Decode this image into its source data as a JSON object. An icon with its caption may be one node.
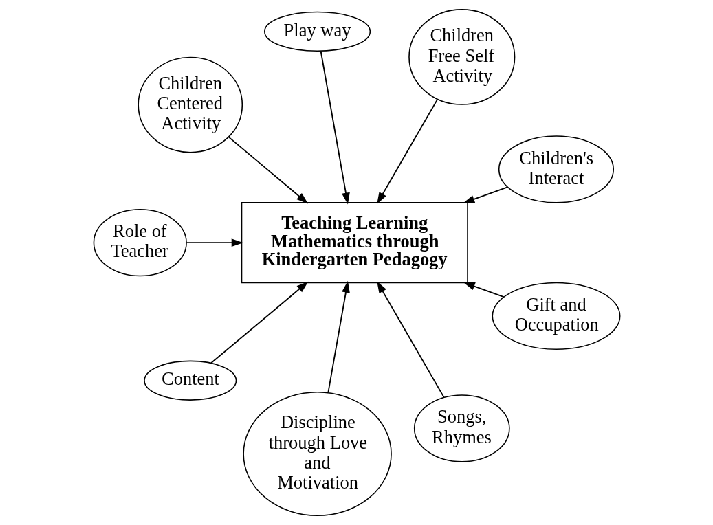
{
  "diagram": {
    "nodes": [
      {
        "text": [
          "Teaching Learning Mathematics through Kindergarten Pedagogy"
        ]
      },
      {
        "text": [
          "Children's Interact"
        ]
      },
      {
        "text": [
          "Children Free Self Activity"
        ]
      },
      {
        "text": [
          "Play way"
        ]
      },
      {
        "text": [
          "Children Centered Activity"
        ]
      },
      {
        "text": [
          "Role of Teacher"
        ]
      },
      {
        "text": [
          "Content"
        ]
      },
      {
        "text": [
          "Discipline through Love and Motivation"
        ]
      },
      {
        "text": [
          "Songs, Rhymes"
        ]
      },
      {
        "text": [
          "Gift and Occupation"
        ]
      }
    ],
    "edges": [
      {
        "from": 1,
        "to": 0,
        "arrow": "to"
      },
      {
        "from": 2,
        "to": 0,
        "arrow": "to"
      },
      {
        "from": 3,
        "to": 0,
        "arrow": "to"
      },
      {
        "from": 4,
        "to": 0,
        "arrow": "to"
      },
      {
        "from": 5,
        "to": 0,
        "arrow": "to"
      },
      {
        "from": 6,
        "to": 0,
        "arrow": "to"
      },
      {
        "from": 7,
        "to": 0,
        "arrow": "to"
      },
      {
        "from": 8,
        "to": 0,
        "arrow": "to"
      },
      {
        "from": 9,
        "to": 0,
        "arrow": "to"
      }
    ]
  }
}
